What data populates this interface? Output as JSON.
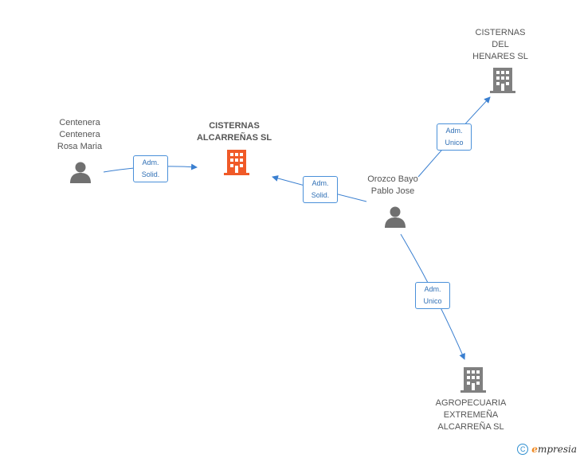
{
  "nodes": {
    "person_centenera": "Centenera\nCentenera\nRosa Maria",
    "company_main": "CISTERNAS\nALCARREÑAS SL",
    "company_henares": "CISTERNAS\nDEL\nHENARES SL",
    "person_orozco": "Orozco Bayo\nPablo Jose",
    "company_agropecuaria": "AGROPECUARIA\nEXTREMEÑA\nALCARREÑA SL"
  },
  "edges": {
    "centenera_to_main": "Adm.\nSolid.",
    "orozco_to_main": "Adm.\nSolid.",
    "orozco_to_henares": "Adm.\nUnico",
    "orozco_to_agropecuaria": "Adm.\nUnico"
  },
  "footer": {
    "copyright_symbol": "C",
    "brand_initial": "e",
    "brand_rest": "mpresia"
  },
  "colors": {
    "main_company": "#f05a28",
    "company": "#808080",
    "person": "#707070",
    "edge": "#3a7fd0"
  }
}
